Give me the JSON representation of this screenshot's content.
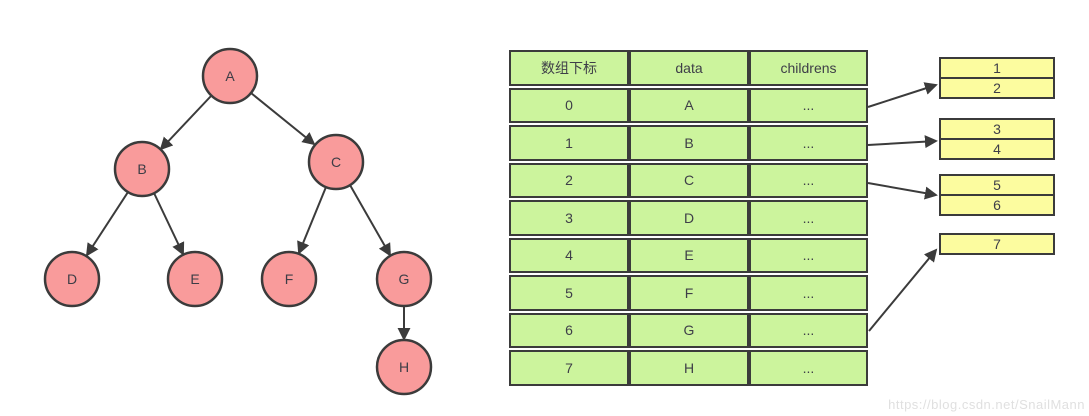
{
  "tree": {
    "nodes": [
      {
        "id": "A",
        "label": "A"
      },
      {
        "id": "B",
        "label": "B"
      },
      {
        "id": "C",
        "label": "C"
      },
      {
        "id": "D",
        "label": "D"
      },
      {
        "id": "E",
        "label": "E"
      },
      {
        "id": "F",
        "label": "F"
      },
      {
        "id": "G",
        "label": "G"
      },
      {
        "id": "H",
        "label": "H"
      }
    ],
    "edges": [
      {
        "from": "A",
        "to": "B"
      },
      {
        "from": "A",
        "to": "C"
      },
      {
        "from": "B",
        "to": "D"
      },
      {
        "from": "B",
        "to": "E"
      },
      {
        "from": "C",
        "to": "F"
      },
      {
        "from": "C",
        "to": "G"
      },
      {
        "from": "G",
        "to": "H"
      }
    ]
  },
  "table": {
    "headers": [
      "数组下标",
      "data",
      "childrens"
    ],
    "rows": [
      {
        "index": "0",
        "data": "A",
        "childrens": "..."
      },
      {
        "index": "1",
        "data": "B",
        "childrens": "..."
      },
      {
        "index": "2",
        "data": "C",
        "childrens": "..."
      },
      {
        "index": "3",
        "data": "D",
        "childrens": "..."
      },
      {
        "index": "4",
        "data": "E",
        "childrens": "..."
      },
      {
        "index": "5",
        "data": "F",
        "childrens": "..."
      },
      {
        "index": "6",
        "data": "G",
        "childrens": "..."
      },
      {
        "index": "7",
        "data": "H",
        "childrens": "..."
      }
    ]
  },
  "children_boxes": [
    {
      "for_row": "0",
      "values": [
        "1",
        "2"
      ]
    },
    {
      "for_row": "1",
      "values": [
        "3",
        "4"
      ]
    },
    {
      "for_row": "2",
      "values": [
        "5",
        "6"
      ]
    },
    {
      "for_row": "6",
      "values": [
        "7"
      ]
    }
  ],
  "watermark": "https://blog.csdn.net/SnailMann",
  "colors": {
    "node_fill": "#f99b9b",
    "table_cell_fill": "#ccf49d",
    "children_box_fill": "#fcfc9f",
    "border": "#3b3b3b",
    "text": "#3e3e48",
    "watermark": "#e0e0e0"
  }
}
